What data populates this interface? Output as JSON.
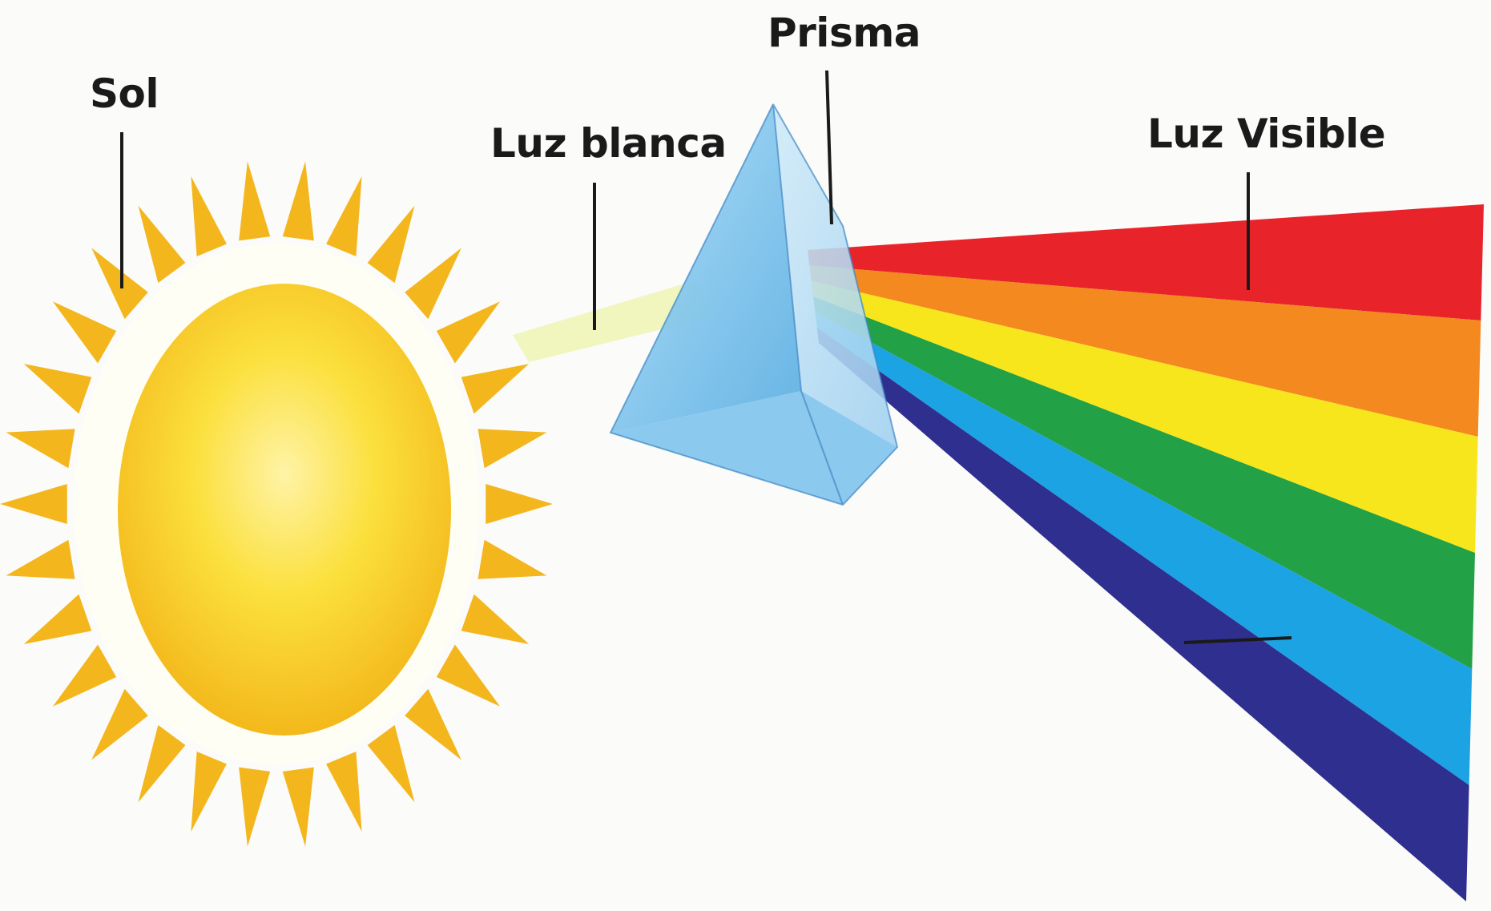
{
  "labels": {
    "sun": "Sol",
    "white_light": "Luz blanca",
    "prism": "Prisma",
    "visible_light": "Luz Visible"
  },
  "colors": {
    "background": "#fbfbf9",
    "sun_core": "#f6cf19",
    "sun_ray": "#f4b61d",
    "prism": "#6fb8e6",
    "white_light_beam": "#e7ef9a",
    "spectrum": [
      "#e8242a",
      "#f3891f",
      "#f8e61c",
      "#23a146",
      "#1ca3e4",
      "#2e2f8e"
    ]
  },
  "spectrum_band_count": 6
}
